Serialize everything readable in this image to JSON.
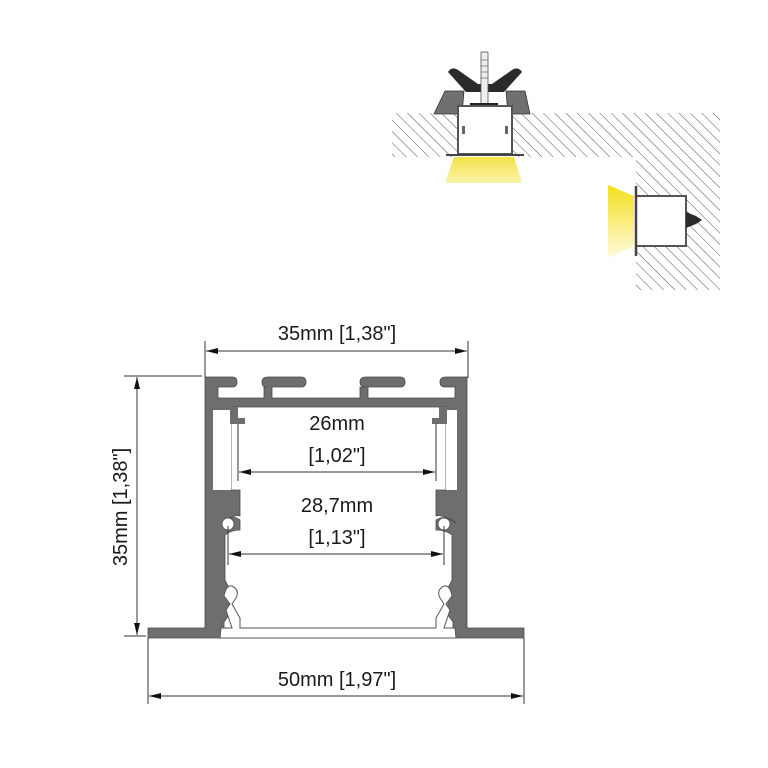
{
  "colors": {
    "profile": "#6e6e6e",
    "profile_outline": "#4a4a4a",
    "diffuser": "#ffffff",
    "dimension_line": "#333333",
    "hatch": "#555555",
    "light": "#f5e63a",
    "clip_dark": "#2a2a2a",
    "bracket": "#707070"
  },
  "dimensions": {
    "top_width": "35mm [1,38\"]",
    "height": "35mm [1,38\"]",
    "inner_upper_mm": "26mm",
    "inner_upper_in": "[1,02\"]",
    "inner_lower_mm": "28,7mm",
    "inner_lower_in": "[1,13\"]",
    "flange_width": "50mm [1,97\"]"
  },
  "illustrations": {
    "ceiling_mount": "recessed-ceiling-with-butterfly-clip",
    "wall_mount": "recessed-wall-side-emitting"
  }
}
